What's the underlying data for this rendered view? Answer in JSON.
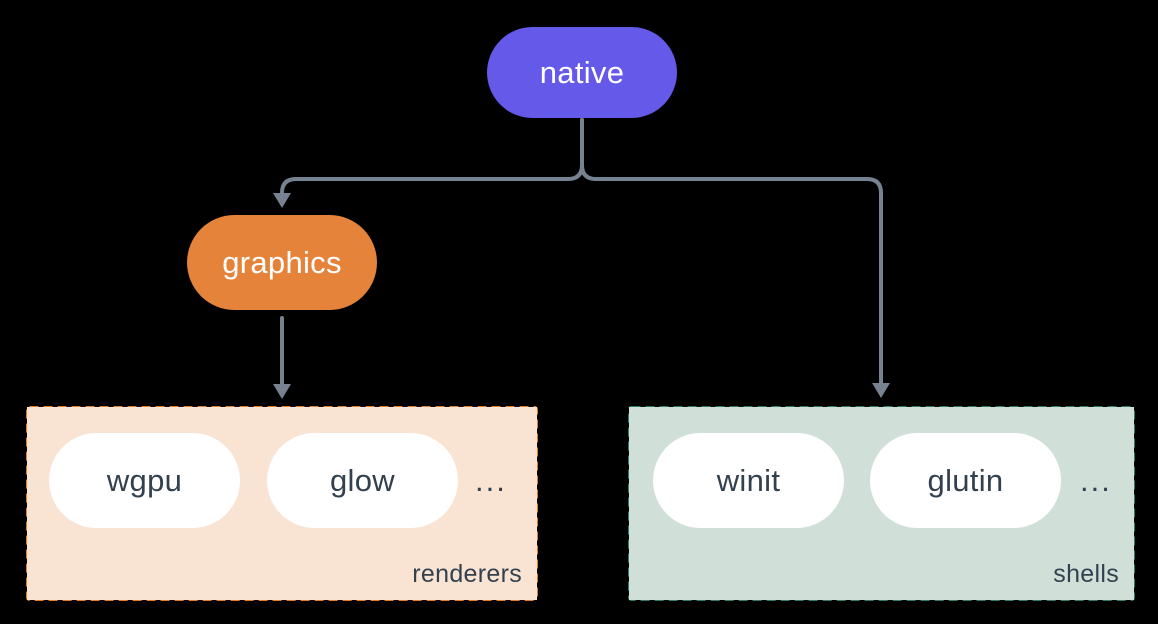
{
  "background": "#000000",
  "colors": {
    "background": "#000000",
    "connector": "#76828F",
    "native_fill": "#6459E8",
    "graphics_fill": "#E5833B",
    "renderers_fill": "#F9E3D3",
    "renderers_border": "#DF7E2E",
    "shells_fill": "#D0E0D9",
    "shells_border": "#2F7A6A",
    "pill_fill": "#FFFFFF",
    "node_text": "#FFFFFF",
    "dark_text": "#33414F"
  },
  "nodes": {
    "native": {
      "label": "native"
    },
    "graphics": {
      "label": "graphics"
    }
  },
  "groups": [
    {
      "label": "renderers",
      "items": [
        "wgpu",
        "glow"
      ],
      "ellipsis": "..."
    },
    {
      "label": "shells",
      "items": [
        "winit",
        "glutin"
      ],
      "ellipsis": "..."
    }
  ]
}
